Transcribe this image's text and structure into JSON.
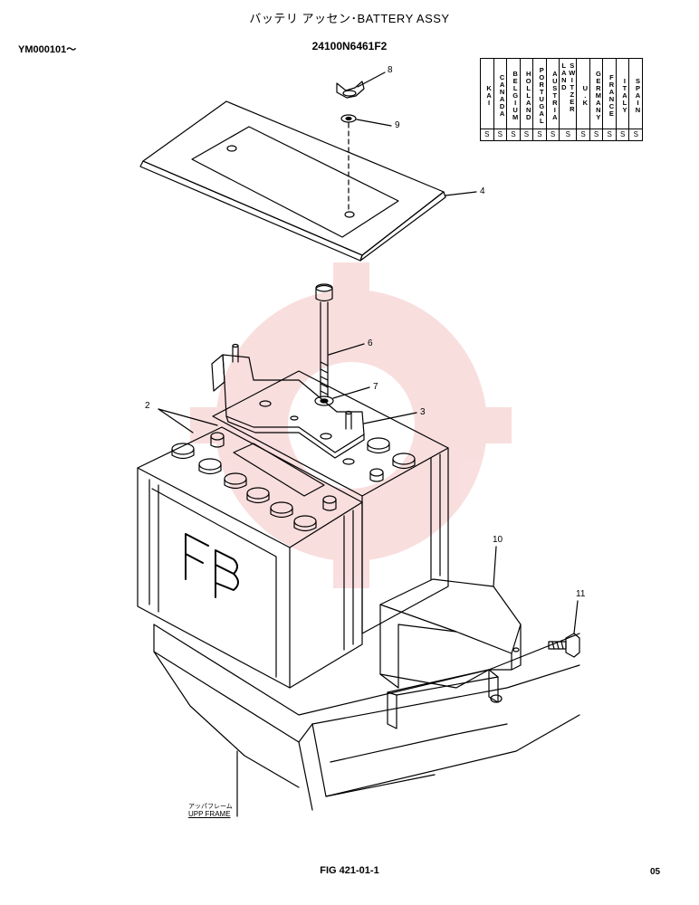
{
  "header": {
    "title": "バッテリ アッセン･BATTERY ASSY",
    "serial_range": "YM000101～",
    "part_number": "24100N6461F2"
  },
  "regions": [
    {
      "name": "KAI",
      "mark": "S"
    },
    {
      "name": "CANADA",
      "mark": "S"
    },
    {
      "name": "BELGIUM",
      "mark": "S"
    },
    {
      "name": "HOLLAND",
      "mark": "S"
    },
    {
      "name": "PORTUGAL",
      "mark": "S"
    },
    {
      "name": "AUSTRIA",
      "mark": "S"
    },
    {
      "name": "SWITZER LAND",
      "mark": "S"
    },
    {
      "name": "U.K",
      "mark": "S"
    },
    {
      "name": "GERMANY",
      "mark": "S"
    },
    {
      "name": "FRANCE",
      "mark": "S"
    },
    {
      "name": "ITALY",
      "mark": "S"
    },
    {
      "name": "SPAIN",
      "mark": "S"
    }
  ],
  "callouts": [
    "8",
    "9",
    "4",
    "6",
    "7",
    "3",
    "2",
    "10",
    "11"
  ],
  "frame_label": {
    "jp": "アッパフレーム",
    "en": "UPP FRAME"
  },
  "battery_marking": "FB",
  "footer": {
    "figure": "FIG 421-01-1",
    "page": "05"
  }
}
